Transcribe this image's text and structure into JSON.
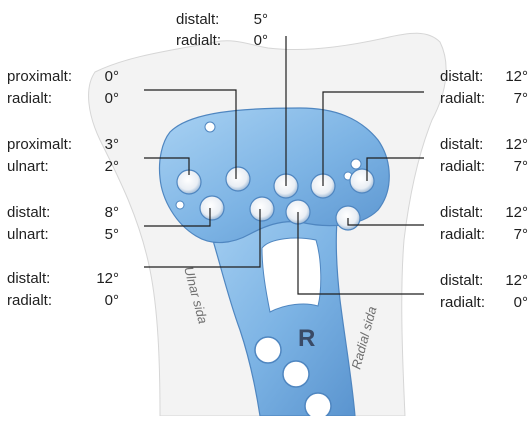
{
  "callouts": [
    {
      "direction1": "distalt:",
      "angle1": "5°",
      "direction2": "radialt:",
      "angle2": "0°"
    },
    {
      "direction1": "proximalt:",
      "angle1": "0°",
      "direction2": "radialt:",
      "angle2": "0°"
    },
    {
      "direction1": "proximalt:",
      "angle1": "3°",
      "direction2": "ulnart:",
      "angle2": "2°"
    },
    {
      "direction1": "distalt:",
      "angle1": "8°",
      "direction2": "ulnart:",
      "angle2": "5°"
    },
    {
      "direction1": "distalt:",
      "angle1": "12°",
      "direction2": "radialt:",
      "angle2": "0°"
    },
    {
      "direction1": "distalt:",
      "angle1": "12°",
      "direction2": "radialt:",
      "angle2": "7°"
    },
    {
      "direction1": "distalt:",
      "angle1": "12°",
      "direction2": "radialt:",
      "angle2": "7°"
    },
    {
      "direction1": "distalt:",
      "angle1": "12°",
      "direction2": "radialt:",
      "angle2": "7°"
    },
    {
      "direction1": "distalt:",
      "angle1": "12°",
      "direction2": "radialt:",
      "angle2": "0°"
    }
  ],
  "side_labels": {
    "ulnar": "Ulnar sida",
    "radial": "Radial sida"
  },
  "plate_mark": "R",
  "colors": {
    "plate": "#7fb6e6",
    "plate_dark": "#3f7fc0",
    "bone": "#f2f2f2",
    "leader": "#1f1f1f"
  }
}
